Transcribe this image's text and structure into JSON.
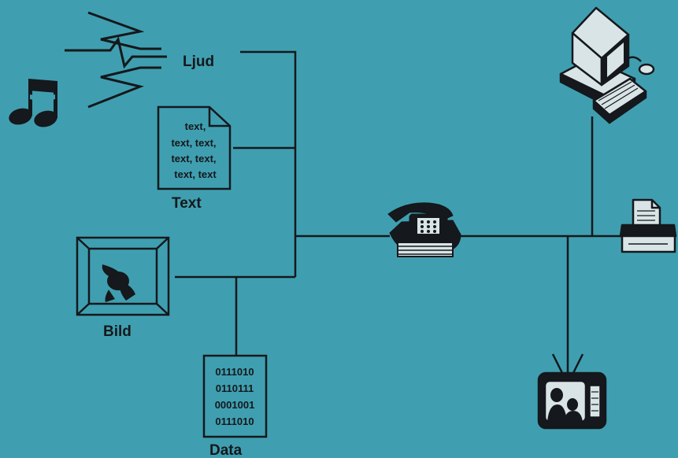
{
  "labels": {
    "sound": "Ljud",
    "text": "Text",
    "image": "Bild",
    "data": "Data"
  },
  "document_lines": [
    "text,",
    "text, text,",
    "text, text,",
    "text, text"
  ],
  "binary_lines": [
    "0111010",
    "0110111",
    "0001001",
    "0111010"
  ],
  "colors": {
    "background": "#3f9fb0",
    "ink": "#15181c",
    "light": "#d9e4e6"
  },
  "icons": [
    "music-notes-icon",
    "sound-waves-icon",
    "document-icon",
    "framed-picture-icon",
    "binary-data-card-icon",
    "telephone-icon",
    "computer-icon",
    "printer-icon",
    "television-icon"
  ]
}
